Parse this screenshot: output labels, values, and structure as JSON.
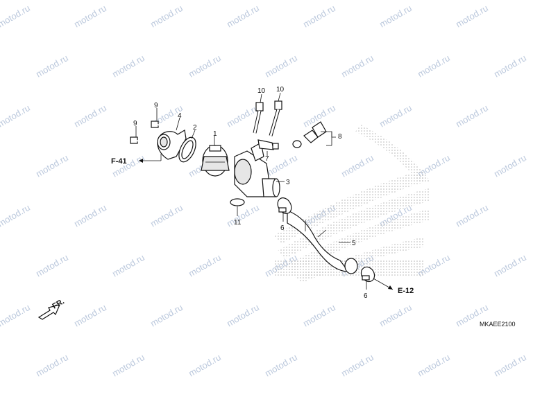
{
  "diagram": {
    "callouts": [
      "1",
      "2",
      "3",
      "4",
      "5",
      "6",
      "6",
      "7",
      "8",
      "9",
      "9",
      "10",
      "10",
      "11"
    ],
    "refs": {
      "left": "F-41",
      "right": "E-12",
      "direction": "FR."
    },
    "code": "MKAEE2100"
  },
  "watermark": {
    "text": "motod.ru",
    "color": "#bcc9dd"
  },
  "colors": {
    "ink": "#111111",
    "background": "#ffffff",
    "wing_shade": "#dcdcdc"
  }
}
